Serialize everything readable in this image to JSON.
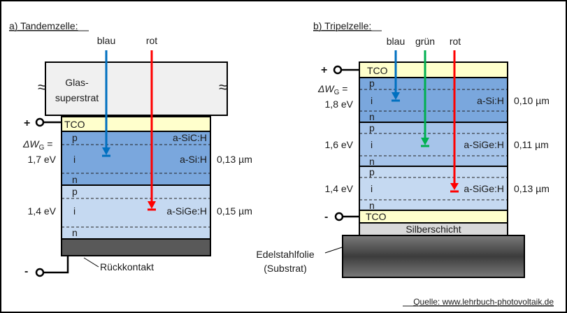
{
  "colors": {
    "blue_light": "#0070c0",
    "green_light": "#00b050",
    "red_light": "#ff0000",
    "tco": "#ffffcc",
    "cell_top": "#7aa7dd",
    "cell_mid": "#a6c4ea",
    "cell_bottom": "#c5d9f1",
    "glass": "#f0f0f0",
    "back_contact": "#595959",
    "silver": "#d9d9d9"
  },
  "tandem": {
    "title": "a) Tandemzelle:",
    "light_labels": {
      "blue": "blau",
      "red": "rot"
    },
    "glass_label_line1": "Glas-",
    "glass_label_line2": "superstrat",
    "break_symbol": "≈",
    "plus": "+",
    "minus": "-",
    "tco_label": "TCO",
    "delta_wg_prefix": "ΔW",
    "delta_wg_sub": "G",
    "delta_wg_suffix": " =",
    "cells": [
      {
        "bandgap": "1,7 eV",
        "layers": [
          "p",
          "i",
          "n"
        ],
        "material_p": "a-SiC:H",
        "material_i": "a-Si:H",
        "thickness": "0,13 µm"
      },
      {
        "bandgap": "1,4 eV",
        "layers": [
          "p",
          "i",
          "n"
        ],
        "material_i": "a-SiGe:H",
        "thickness": "0,15 µm"
      }
    ],
    "back_contact_label": "Rückkontakt"
  },
  "triple": {
    "title": "b) Tripelzelle:",
    "light_labels": {
      "blue": "blau",
      "green": "grün",
      "red": "rot"
    },
    "plus": "+",
    "minus": "-",
    "tco_top_label": "TCO",
    "tco_bottom_label": "TCO",
    "delta_wg_prefix": "ΔW",
    "delta_wg_sub": "G",
    "delta_wg_suffix": " =",
    "cells": [
      {
        "bandgap": "1,8 eV",
        "layers": [
          "p",
          "i",
          "n"
        ],
        "material": "a-Si:H",
        "thickness": "0,10 µm"
      },
      {
        "bandgap": "1,6 eV",
        "layers": [
          "p",
          "i",
          "n"
        ],
        "material": "a-SiGe:H",
        "thickness": "0,11 µm"
      },
      {
        "bandgap": "1,4 eV",
        "layers": [
          "p",
          "i",
          "n"
        ],
        "material": "a-SiGe:H",
        "thickness": "0,13 µm"
      }
    ],
    "silver_label": "Silberschicht",
    "substrate_label_line1": "Edelstahlfolie",
    "substrate_label_line2": "(Substrat)"
  },
  "source": "Quelle: www.lehrbuch-photovoltaik.de"
}
